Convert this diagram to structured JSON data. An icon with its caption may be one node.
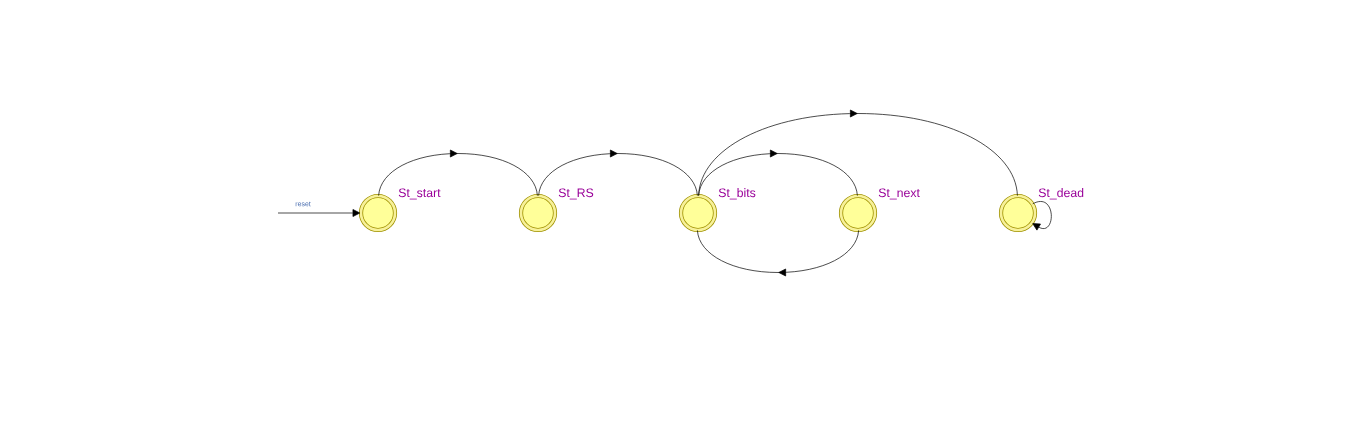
{
  "diagram": {
    "nodes": [
      {
        "text": [
          "St_start"
        ]
      },
      {
        "text": [
          "St_RS"
        ]
      },
      {
        "text": [
          "St_bits"
        ]
      },
      {
        "text": [
          "St_next"
        ]
      },
      {
        "text": [
          "St_dead"
        ]
      }
    ],
    "edges": [
      {
        "from": null,
        "to": 0,
        "arrow": "to",
        "label": "reset"
      },
      {
        "from": 0,
        "to": 1,
        "arrow": "to"
      },
      {
        "from": 1,
        "to": 2,
        "arrow": "to"
      },
      {
        "from": 2,
        "to": 3,
        "arrow": "to"
      },
      {
        "from": 3,
        "to": 2,
        "arrow": "to"
      },
      {
        "from": 2,
        "to": 4,
        "arrow": "to"
      },
      {
        "from": 4,
        "to": 4,
        "arrow": "to"
      }
    ]
  }
}
